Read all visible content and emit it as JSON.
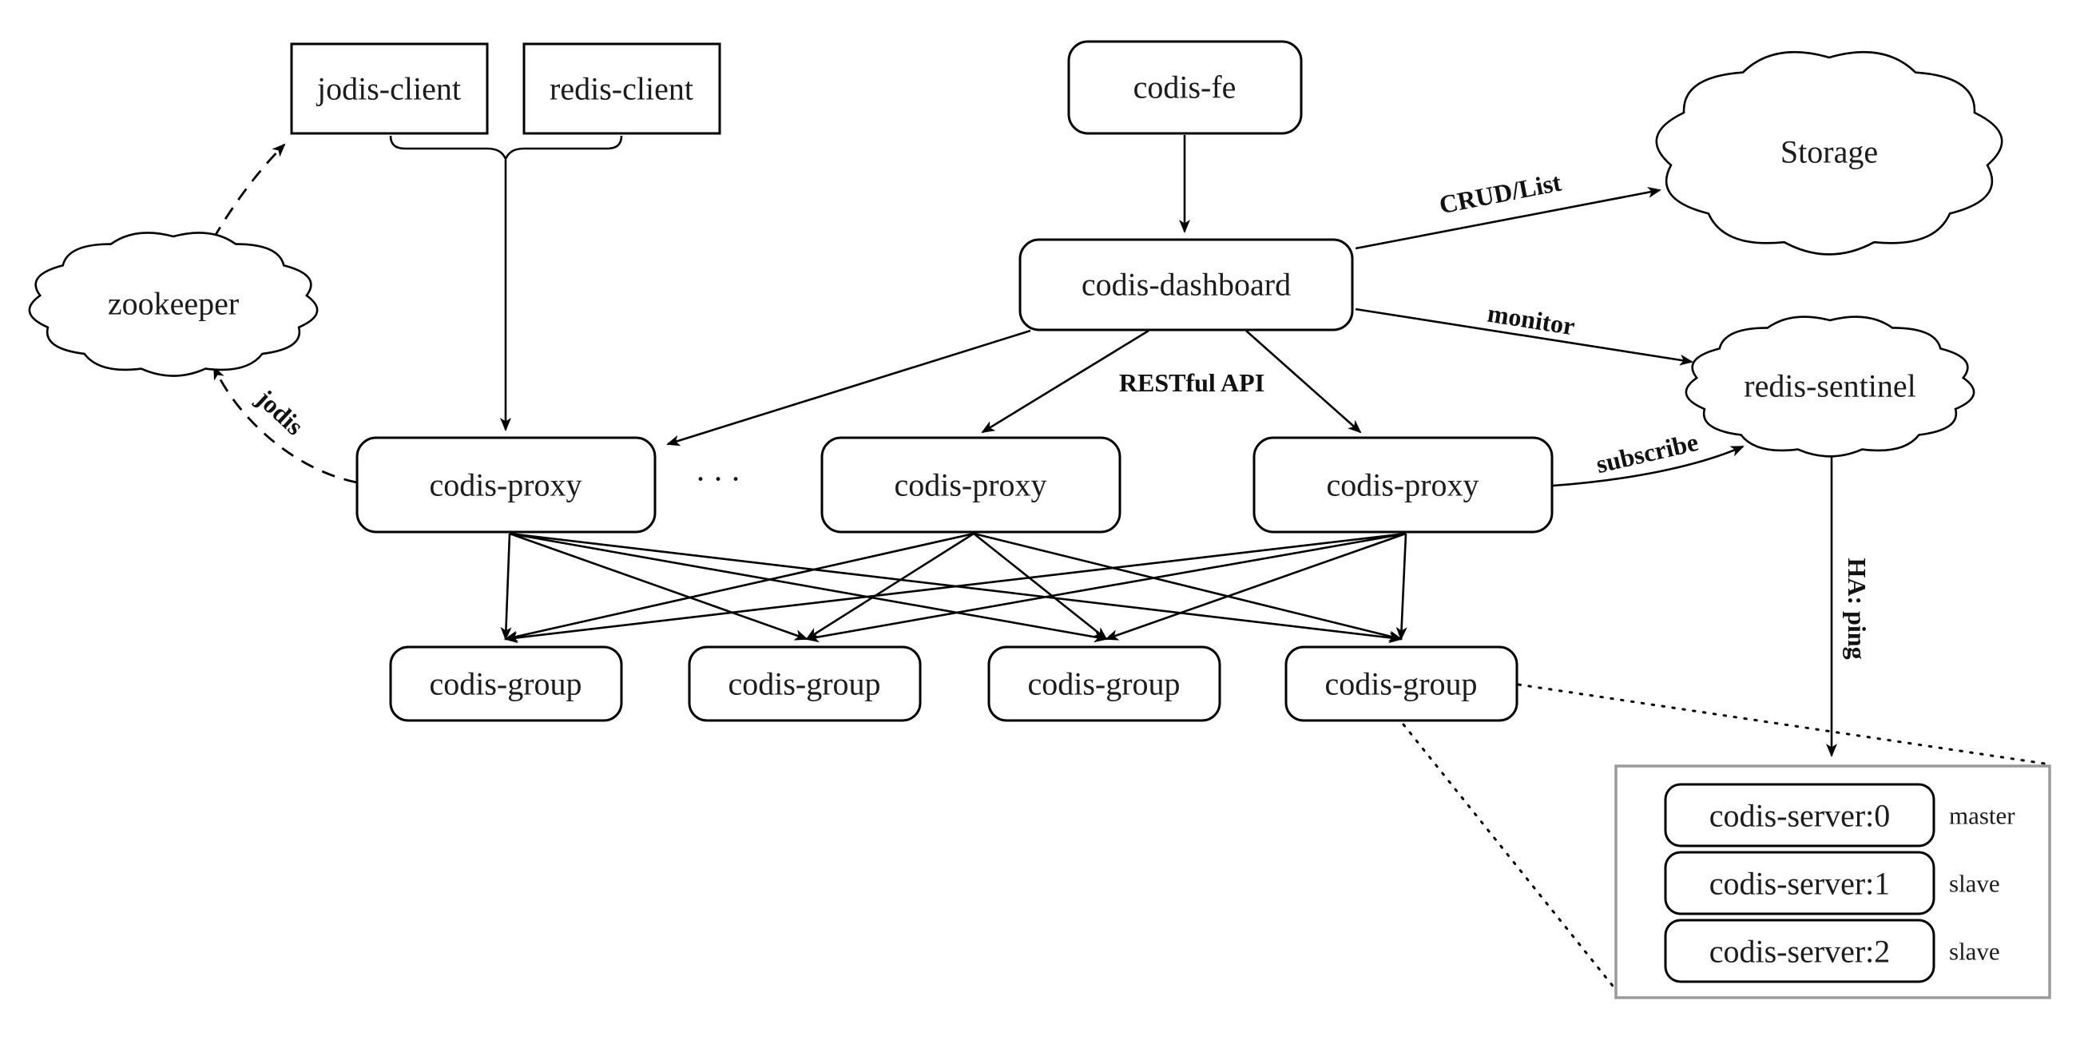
{
  "diagram": {
    "title_semantic": "codis-architecture-diagram",
    "clients": {
      "jodis": "jodis-client",
      "redis": "redis-client"
    },
    "fe": "codis-fe",
    "dashboard": "codis-dashboard",
    "clouds": {
      "zookeeper": "zookeeper",
      "storage": "Storage",
      "sentinel": "redis-sentinel"
    },
    "proxies": [
      "codis-proxy",
      "codis-proxy",
      "codis-proxy"
    ],
    "proxy_ellipsis": "···",
    "groups": [
      "codis-group",
      "codis-group",
      "codis-group",
      "codis-group"
    ],
    "servers": [
      {
        "name": "codis-server:0",
        "role": "master"
      },
      {
        "name": "codis-server:1",
        "role": "slave"
      },
      {
        "name": "codis-server:2",
        "role": "slave"
      }
    ],
    "edge_labels": {
      "crud": "CRUD/List",
      "monitor": "monitor",
      "restful": "RESTful API",
      "subscribe": "subscribe",
      "jodis": "jodis",
      "ha_ping": "HA: ping"
    },
    "colors": {
      "stroke": "#000000",
      "container_border": "#9a9a9a",
      "background": "#ffffff"
    }
  }
}
